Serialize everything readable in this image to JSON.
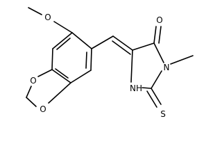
{
  "molecule": {
    "atoms": {
      "o_methoxy": "O",
      "o_ring_upper": "O",
      "o_ring_lower": "O",
      "o_carbonyl": "O",
      "n_methyl": "N",
      "nh": "NH",
      "s_thione": "S"
    }
  }
}
